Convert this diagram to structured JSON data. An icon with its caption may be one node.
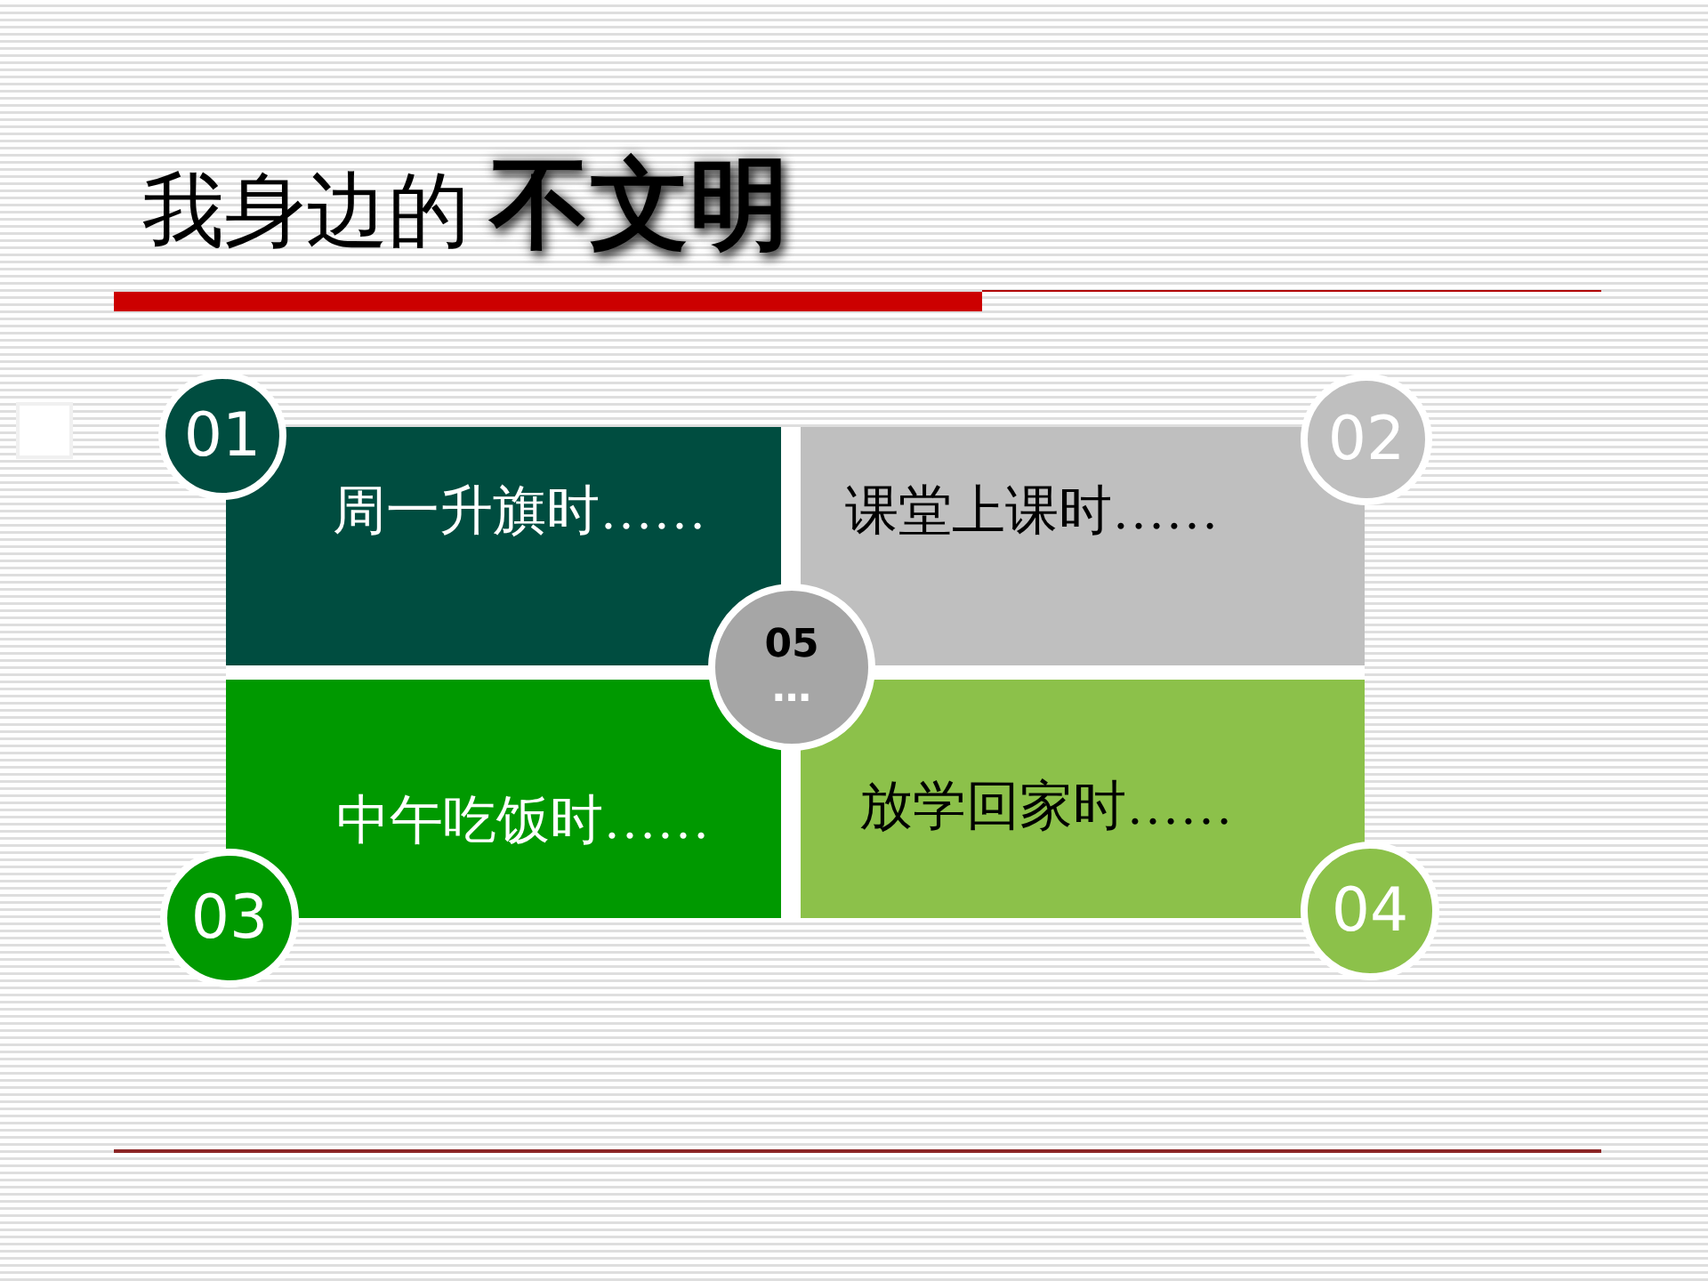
{
  "diagram": {
    "title": "我身边的 **不文明**",
    "nodes": [
      {
        "text": [
          "01"
        ]
      },
      {
        "text": [
          "周一升旗时……"
        ]
      },
      {
        "text": [
          "课堂上课时……"
        ]
      },
      {
        "text": [
          "02"
        ]
      },
      {
        "text": [
          "05",
          "…"
        ]
      },
      {
        "text": [
          "中午吃饭时……"
        ]
      },
      {
        "text": [
          "放学回家时……"
        ]
      },
      {
        "text": [
          "03"
        ]
      },
      {
        "text": [
          "04"
        ]
      }
    ]
  }
}
